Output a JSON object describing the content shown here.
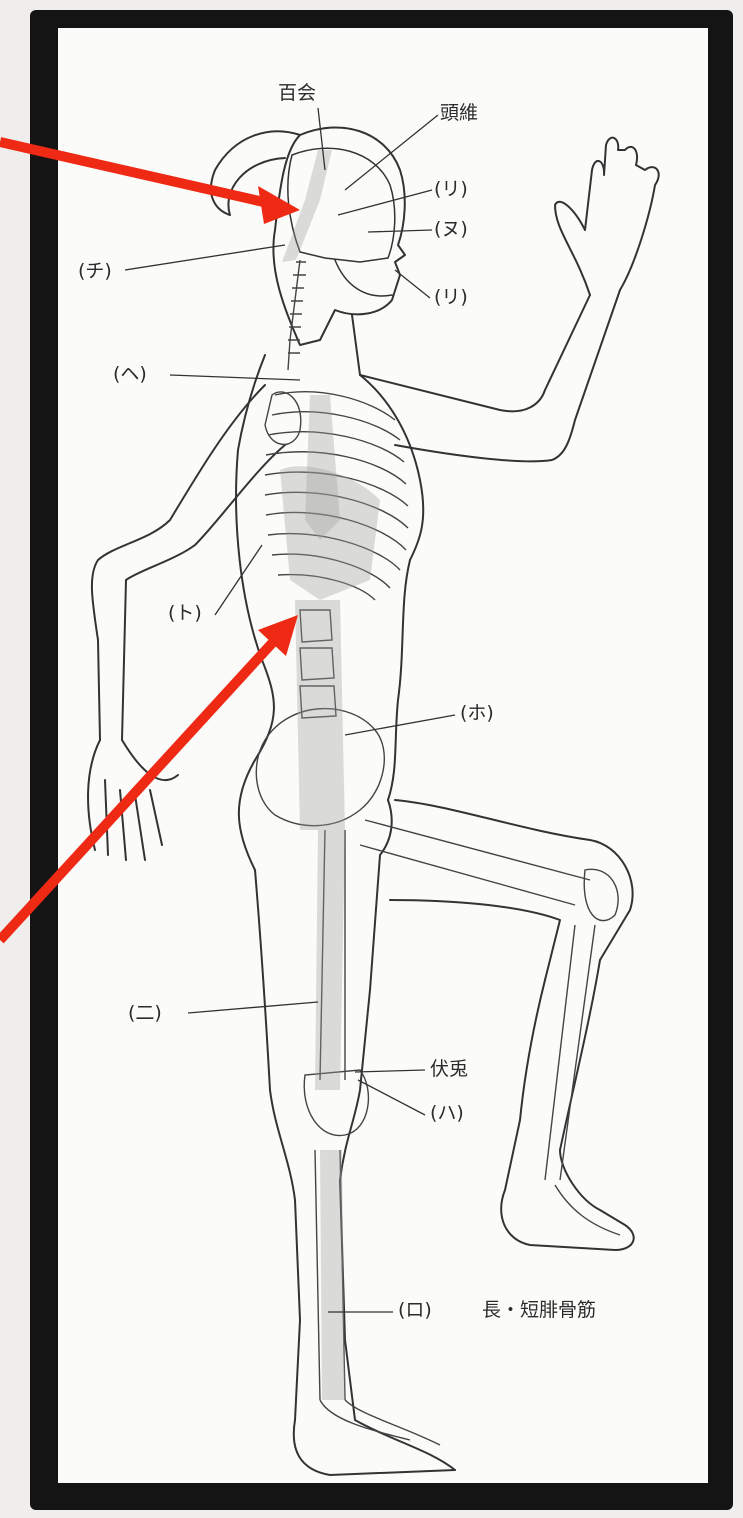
{
  "labels": {
    "hyakue": "百会",
    "zuii": "頭維",
    "ri_upper": "(リ)",
    "nu": "(ヌ)",
    "chi": "(チ)",
    "ri_lower": "(リ)",
    "he": "(ヘ)",
    "to": "(ト)",
    "ho": "(ホ)",
    "ni": "(二)",
    "fukuto": "伏兎",
    "ha": "(ハ)",
    "ro": "(ロ)",
    "muscle": "長・短腓骨筋"
  },
  "colors": {
    "arrow": "#ee2a14",
    "frame": "#141414",
    "paper": "#fbfbf9",
    "meridian": "#9e9e9e",
    "line": "#333333"
  }
}
